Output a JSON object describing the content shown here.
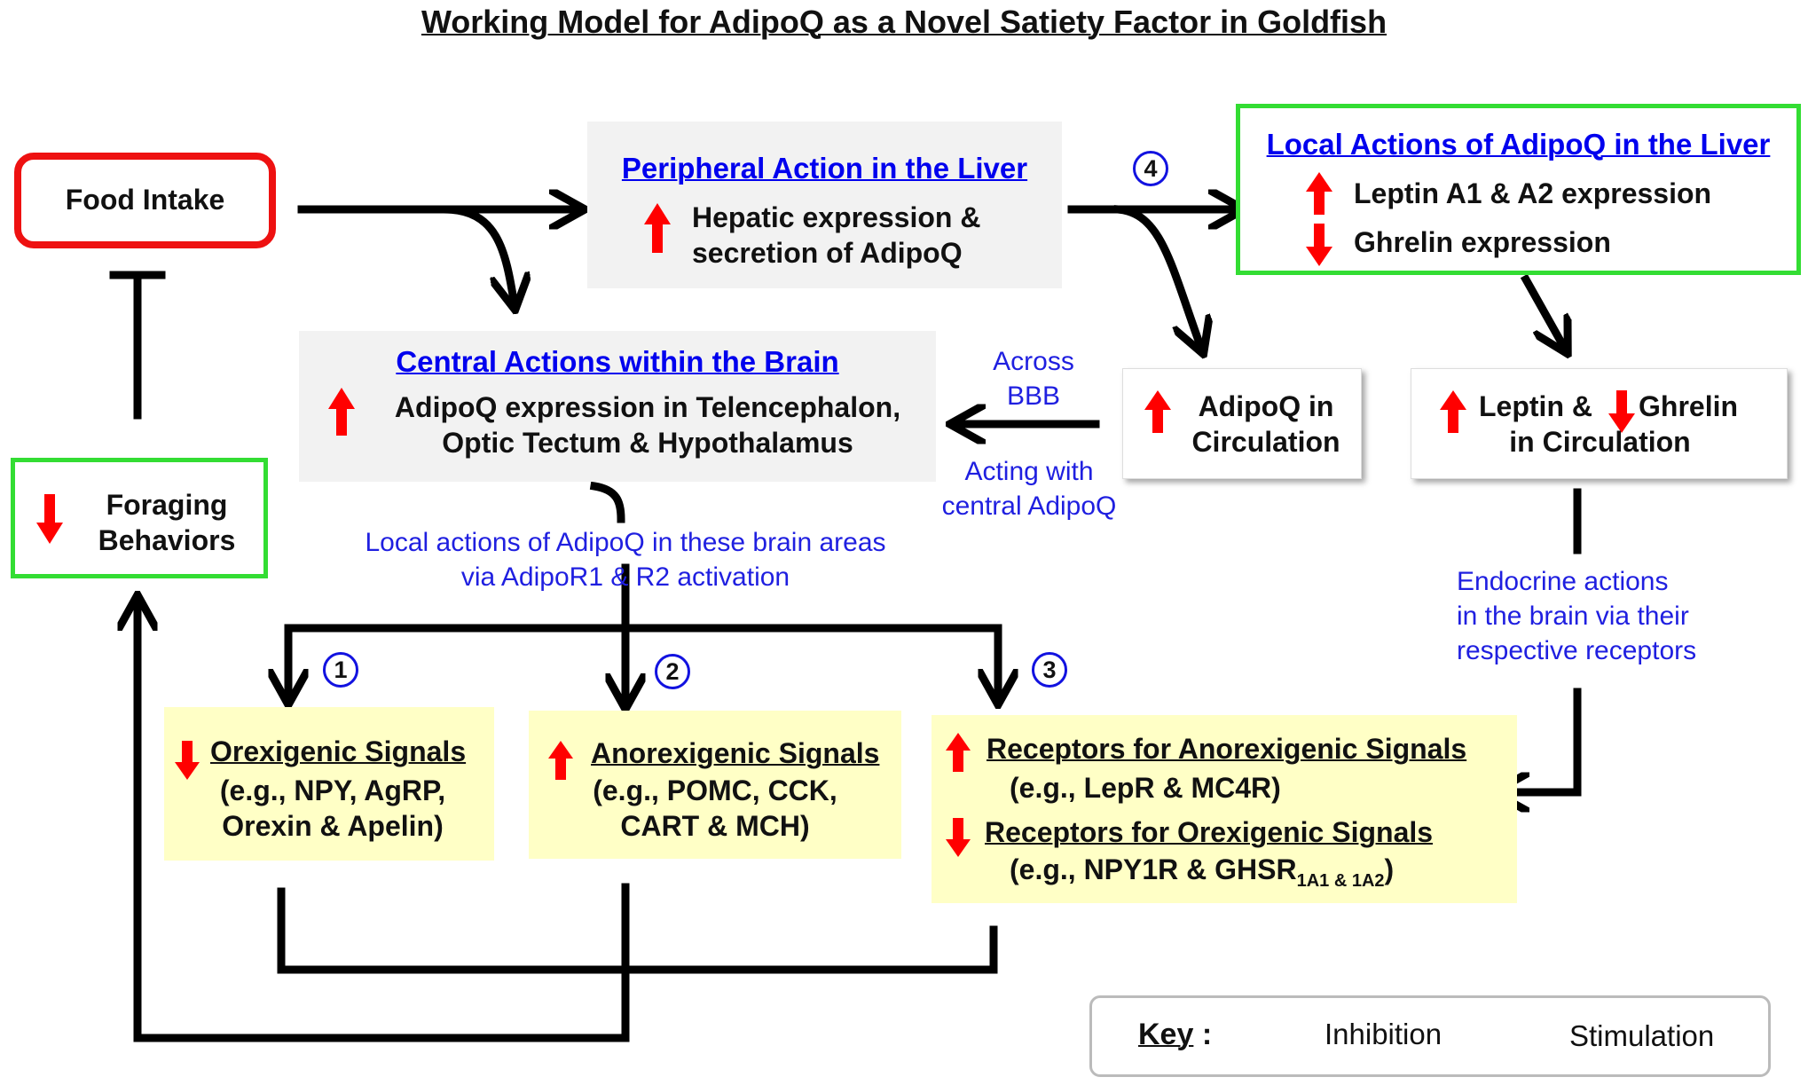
{
  "title": "Working Model for AdipoQ as a Novel Satiety Factor in Goldfish",
  "food_intake": {
    "label": "Food Intake"
  },
  "foraging": {
    "line1": "Foraging",
    "line2": "Behaviors"
  },
  "peripheral": {
    "header": "Peripheral Action in the Liver",
    "line1": "Hepatic expression &",
    "line2": "secretion of AdipoQ"
  },
  "local_liver": {
    "header": "Local Actions of AdipoQ in the Liver",
    "line1": "Leptin A1 & A2 expression",
    "line2": "Ghrelin expression"
  },
  "central": {
    "header": "Central Actions within the Brain",
    "line1": "AdipoQ expression in Telencephalon,",
    "line2": "Optic Tectum & Hypothalamus"
  },
  "adipoq_circ": {
    "line1": "AdipoQ in",
    "line2": "Circulation"
  },
  "leptin_circ": {
    "part1": "Leptin &",
    "part2": "Ghrelin",
    "line2": "in Circulation"
  },
  "notes": {
    "across_bbb_1": "Across",
    "across_bbb_2": "BBB",
    "acting_1": "Acting with",
    "acting_2": "central AdipoQ",
    "local_brain_1": "Local actions of AdipoQ in these brain areas",
    "local_brain_2": "via AdipoR1 & R2 activation",
    "endocrine_1": "Endocrine actions",
    "endocrine_2": "in the brain via their",
    "endocrine_3": "respective receptors"
  },
  "numbers": {
    "n1": "1",
    "n2": "2",
    "n3": "3",
    "n4": "4"
  },
  "orexigenic": {
    "header": "Orexigenic Signals",
    "line1": "(e.g., NPY, AgRP,",
    "line2": "Orexin & Apelin)"
  },
  "anorexigenic": {
    "header": "Anorexigenic Signals",
    "line1": "(e.g., POMC, CCK,",
    "line2": "CART & MCH)"
  },
  "receptors": {
    "header1": "Receptors for Anorexigenic Signals",
    "line1": "(e.g., LepR & MC4R)",
    "header2": "Receptors for Orexigenic Signals",
    "line2_main": "(e.g., NPY1R & GHSR",
    "line2_sub": "1A1 & 1A2",
    "line2_end": ")"
  },
  "key": {
    "label": "Key",
    "colon": ":",
    "inhibition": "Inhibition",
    "stimulation": "Stimulation"
  },
  "colors": {
    "red_arrow": "#ff0000",
    "blue_text": "#0000ee",
    "green_border": "#33dd33",
    "red_border": "#ee1111",
    "gray_box": "#f2f2f2",
    "yellow_box": "#ffffc6"
  }
}
